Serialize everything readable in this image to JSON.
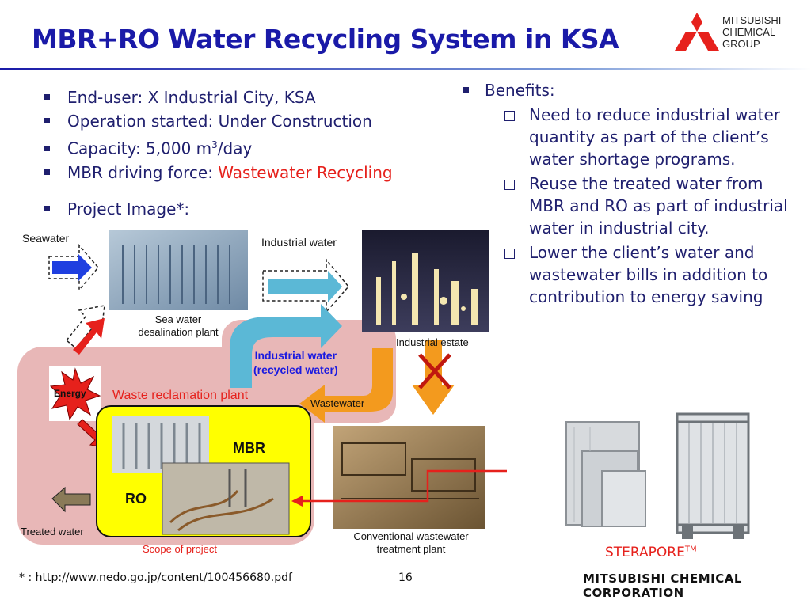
{
  "title": "MBR+RO Water Recycling System in KSA",
  "logo": {
    "line1": "MITSUBISHI",
    "line2": "CHEMICAL",
    "line3": "GROUP"
  },
  "bullets": {
    "end_user": "End-user: X Industrial City, KSA",
    "operation": "Operation started: Under Construction",
    "capacity_prefix": "Capacity: 5,000 m",
    "capacity_sup": "3",
    "capacity_suffix": "/day",
    "driving_prefix": "MBR driving force: ",
    "driving_value": "Wastewater Recycling",
    "project_image": "Project Image*:"
  },
  "benefits": {
    "heading": "Benefits:",
    "items": [
      "Need to reduce industrial water quantity as part of the client’s water shortage programs.",
      "Reuse the treated water from MBR and RO as part of industrial water in industrial city.",
      "Lower the client’s water and wastewater bills in addition to contribution to energy saving"
    ]
  },
  "diagram": {
    "seawater": "Seawater",
    "industrial_water": "Industrial water",
    "desal_line1": "Sea water",
    "desal_line2": "desalination plant",
    "industrial_estate": "Industrial estate",
    "recycled_line1": "Industrial water",
    "recycled_line2": "(recycled water)",
    "energy": "Energy",
    "waste_reclamation": "Waste reclamation plant",
    "wastewater": "Wastewater",
    "mbr": "MBR",
    "ro": "RO",
    "treated_water": "Treated water",
    "scope": "Scope of project",
    "conv_line1": "Conventional wastewater",
    "conv_line2": "treatment plant"
  },
  "product": {
    "name": "STERAPORE",
    "mark": "TM"
  },
  "footer": {
    "note": "* : http://www.nedo.go.jp/content/100456680.pdf",
    "page": "16",
    "corporation": "MITSUBISHI CHEMICAL CORPORATION"
  },
  "colors": {
    "title": "#1a1aa8",
    "text": "#1f1f6e",
    "accent_red": "#e6211c",
    "reclamation_bg": "#e8b7b7",
    "scope_yellow": "#ffff00",
    "orange": "#f39a1e",
    "teal": "#5bb8d6"
  }
}
